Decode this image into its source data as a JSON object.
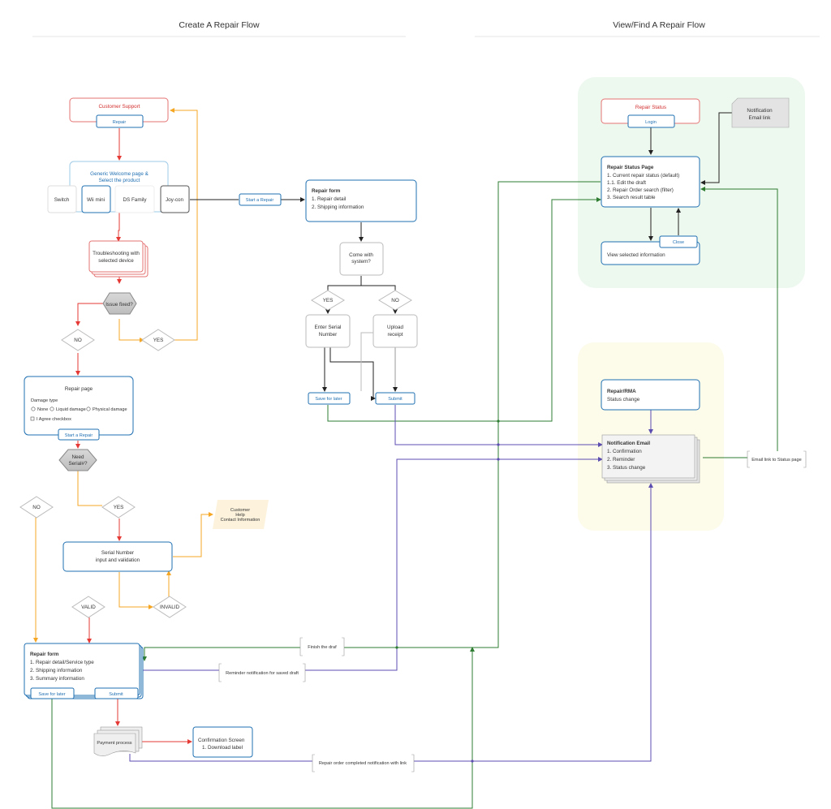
{
  "titles": {
    "create_flow": "Create A Repair Flow",
    "view_flow": "View/Find A Repair Flow"
  },
  "create": {
    "customer_support": "Customer Support",
    "repair_button": "Repair",
    "welcome": [
      "Generic Welcome page &",
      "Select the product"
    ],
    "products": [
      "Switch",
      "Wii mini",
      "DS Family",
      "Joy-con"
    ],
    "start_repair_top": "Start a Repair",
    "troubleshooting": [
      "Troubleshooting with",
      "selected device"
    ],
    "issue_fixed": "Issue fixed?",
    "no": "NO",
    "yes": "YES",
    "repair_page": {
      "title": "Repair page",
      "damage_type": "Damage type",
      "options": [
        "None",
        "Liquid damage",
        "Physical damage"
      ],
      "agree": "I Agree checkbox",
      "button": "Start a Repair"
    },
    "need_serial": [
      "Need",
      "Serial#?"
    ],
    "customer_help": [
      "Customer",
      "Help",
      "Contact Information"
    ],
    "serial_box": [
      "Serial Number",
      "input and validation"
    ],
    "valid": "VALID",
    "invalid": "INVALID",
    "repair_form_main": {
      "title": "Repair form",
      "items": [
        "1. Repair detail/Service type",
        "2. Shipping information",
        "3. Summary information"
      ],
      "save": "Save for later",
      "submit": "Submit"
    },
    "payment": "Payment process",
    "confirmation": {
      "title": "Confirmation Screen",
      "item": "1. Download label"
    },
    "repair_form_mid": {
      "title": "Repair form",
      "items": [
        "1. Repair detail",
        "2. Shipping information"
      ]
    },
    "come_with_system": [
      "Come with",
      "system?"
    ],
    "enter_serial": [
      "Enter Serial",
      "Number"
    ],
    "upload_receipt": [
      "Upload",
      "receipt"
    ],
    "save_for_later": "Save for later",
    "submit": "Submit"
  },
  "view": {
    "repair_status": "Repair Status",
    "login": "Login",
    "notification_link": [
      "Notification",
      "Email link"
    ],
    "status_page": {
      "title": "Repair Status Page",
      "items": [
        "1. Current repair status (default)",
        "1.1. Edit the draft",
        "2. Repair Order search (filter)",
        "3. Search result table"
      ]
    },
    "close": "Close",
    "view_selected": "View selected information",
    "rma": {
      "title": "Repair/RMA",
      "sub": "Status change"
    },
    "notification_email": {
      "title": "Notification Email",
      "items": [
        "1. Confirmation",
        "2. Reminder",
        "3. Status change"
      ]
    },
    "email_link_status": "Email link to Status page"
  },
  "annotations": {
    "finish_draft": "Finish the draf",
    "reminder": "Reminder notification for saved draft",
    "completed": "Repair order completed notification with link"
  }
}
